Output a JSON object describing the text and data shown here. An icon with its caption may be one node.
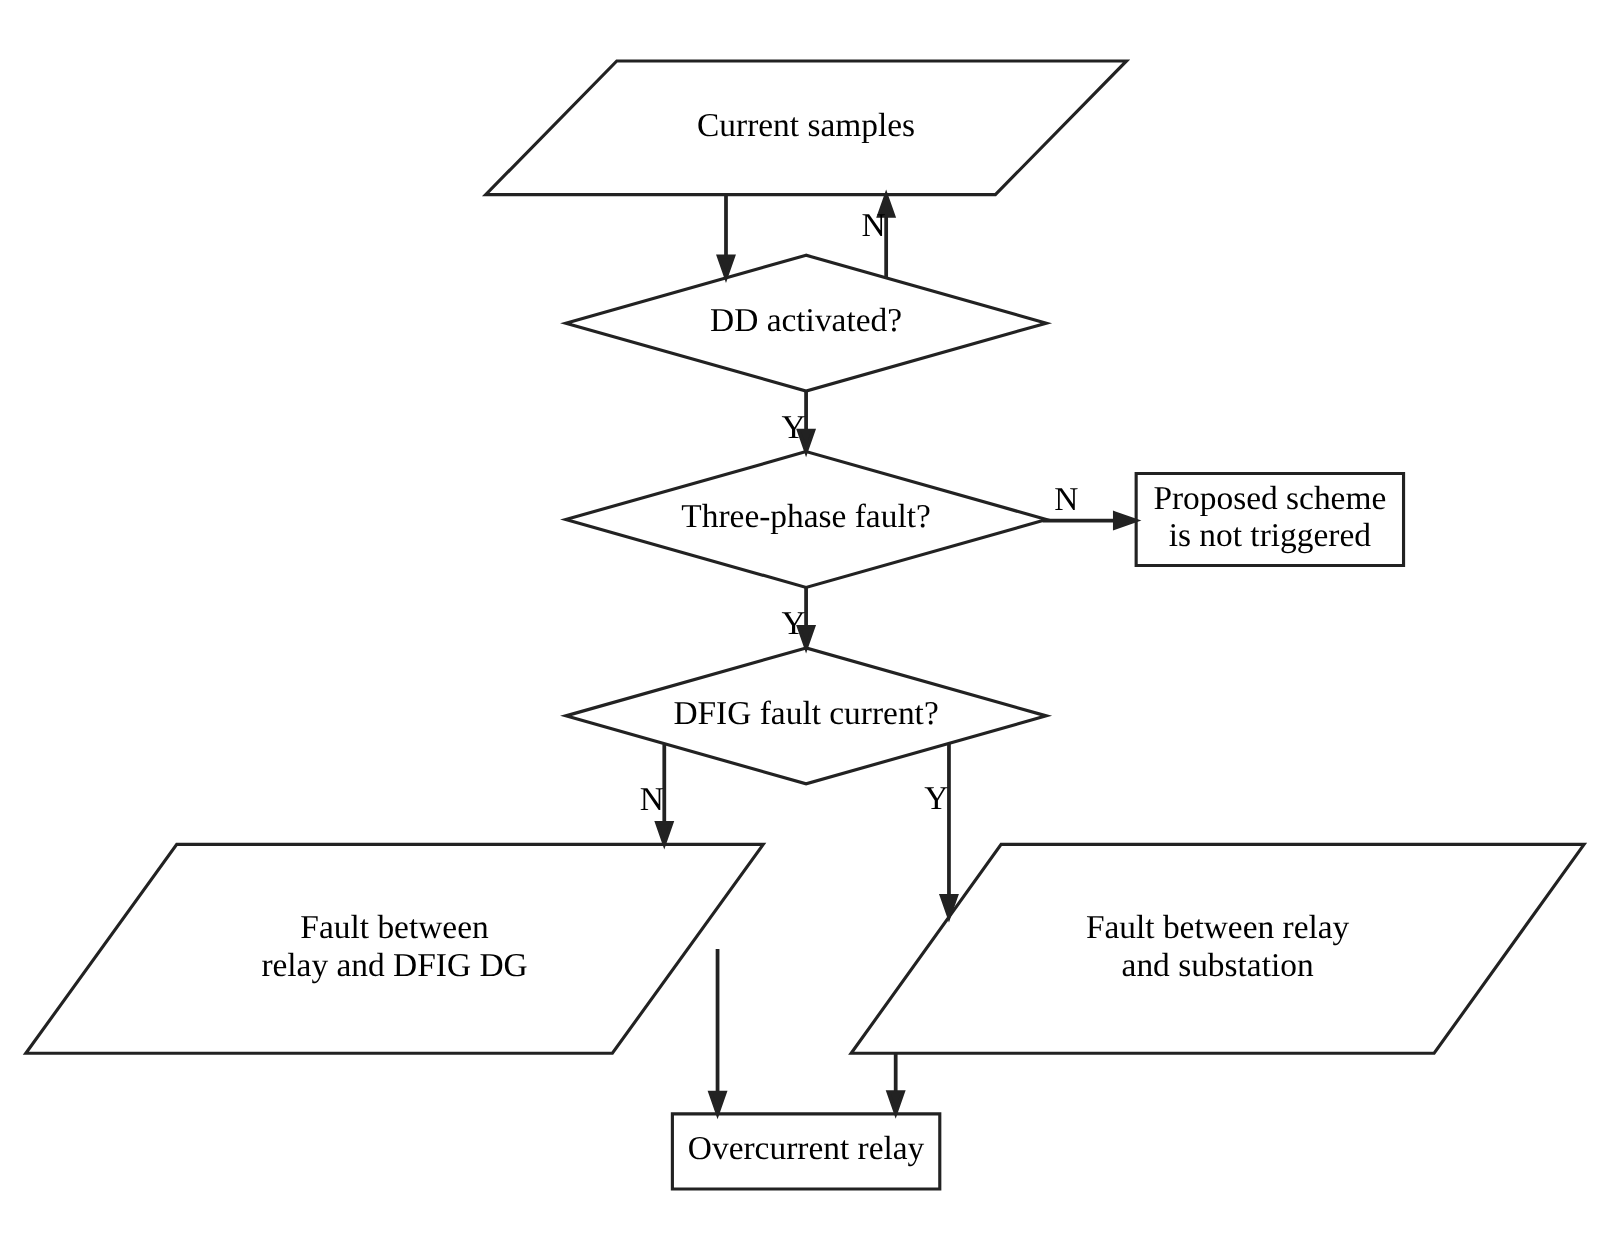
{
  "diagram": {
    "nodes": [
      {
        "text": [
          "Current samples"
        ]
      },
      {
        "text": [
          "DD activated?"
        ]
      },
      {
        "text": [
          "Three-phase fault?"
        ]
      },
      {
        "text": [
          "Proposed scheme is not triggered"
        ]
      },
      {
        "text": [
          "DFIG fault current?"
        ]
      },
      {
        "text": [
          "Fault between relay and DFIG DG"
        ]
      },
      {
        "text": [
          "Fault between relay and substation"
        ]
      },
      {
        "text": [
          "Overcurrent relay"
        ]
      }
    ],
    "edges": [
      {
        "from": 0,
        "to": 1,
        "arrow": "to"
      },
      {
        "from": 1,
        "to": 0,
        "arrow": "to",
        "label": "N"
      },
      {
        "from": 1,
        "to": 2,
        "arrow": "to",
        "label": "Y"
      },
      {
        "from": 2,
        "to": 3,
        "arrow": "to",
        "label": "N"
      },
      {
        "from": 2,
        "to": 4,
        "arrow": "to",
        "label": "Y"
      },
      {
        "from": 4,
        "to": 5,
        "arrow": "to",
        "label": "N"
      },
      {
        "from": 4,
        "to": 6,
        "arrow": "to",
        "label": "Y"
      },
      {
        "from": 5,
        "to": 7,
        "arrow": "to"
      },
      {
        "from": 6,
        "to": 7,
        "arrow": "to"
      }
    ]
  }
}
